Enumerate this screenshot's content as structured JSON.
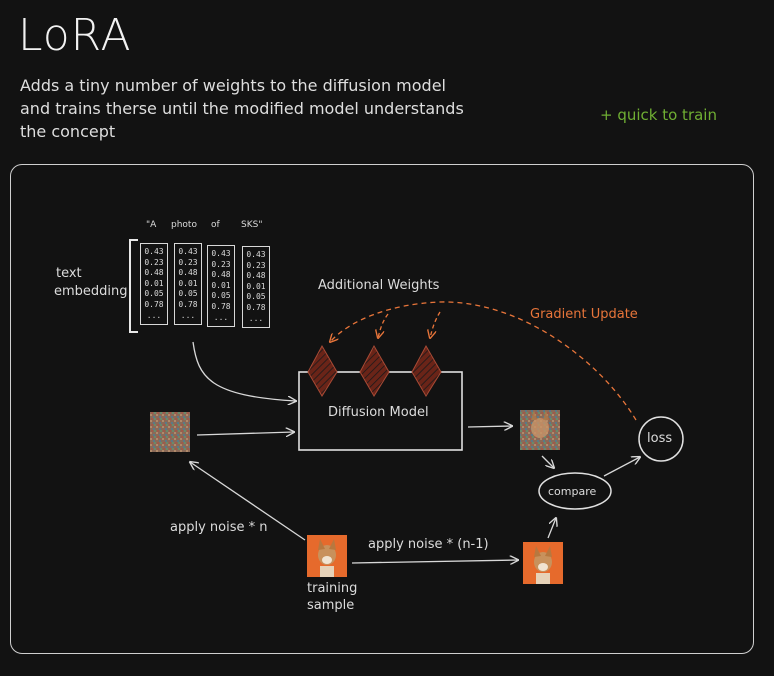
{
  "header": {
    "title": "LoRA",
    "description_lines": [
      "Adds a tiny number of weights to the diffusion model",
      "and trains therse until the modified model understands",
      "the concept"
    ],
    "tagline": "+ quick to train"
  },
  "diagram": {
    "prompt_tokens": [
      "\"A",
      "photo",
      "of",
      "SKS\""
    ],
    "embedding_label": [
      "text",
      "embedding"
    ],
    "embedding_columns": [
      [
        "0.43",
        "0.23",
        "0.48",
        "0.01",
        "0.05",
        "0.78",
        "..."
      ],
      [
        "0.43",
        "0.23",
        "0.48",
        "0.01",
        "0.05",
        "0.78",
        "..."
      ],
      [
        "0.43",
        "0.23",
        "0.48",
        "0.01",
        "0.05",
        "0.78",
        "..."
      ],
      [
        "0.43",
        "0.23",
        "0.48",
        "0.01",
        "0.05",
        "0.78",
        "..."
      ]
    ],
    "additional_weights_label": "Additional Weights",
    "gradient_update_label": "Gradient Update",
    "diffusion_model_label": "Diffusion Model",
    "loss_label": "loss",
    "compare_label": "compare",
    "apply_noise_n_label": "apply noise * n",
    "apply_noise_n_minus_1_label": "apply noise * (n-1)",
    "training_sample_label": [
      "training",
      "sample"
    ]
  },
  "colors": {
    "accent_green": "#6fae33",
    "gradient_orange": "#e8753a",
    "weight_fill": "#7a2a1c",
    "line": "#d8d8d8"
  }
}
